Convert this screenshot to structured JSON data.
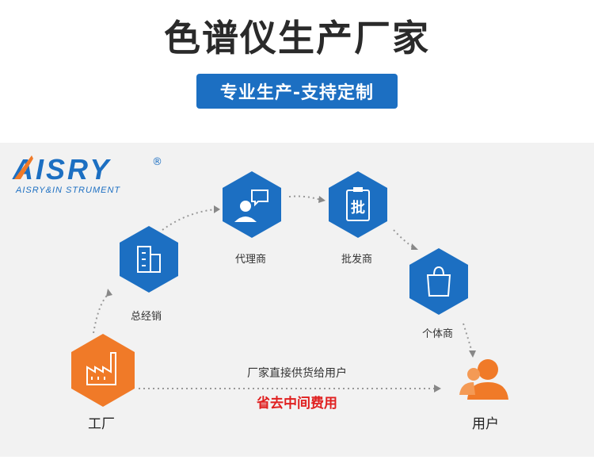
{
  "header": {
    "title": "色谱仪生产厂家",
    "subtitle": "专业生产-支持定制"
  },
  "logo": {
    "brand": "AISRY",
    "registered": "®",
    "tagline": "AISRY&IN STRUMENT"
  },
  "nodes": {
    "factory": "工厂",
    "distributor": "总经销",
    "agent": "代理商",
    "wholesaler": "批发商",
    "retailer": "个体商",
    "user": "用户"
  },
  "direct": {
    "caption": "厂家直接供货给用户",
    "highlight": "省去中间费用"
  },
  "colors": {
    "accent_blue": "#1c6fc2",
    "factory_orange": "#f07a28",
    "highlight_red": "#e02020"
  }
}
